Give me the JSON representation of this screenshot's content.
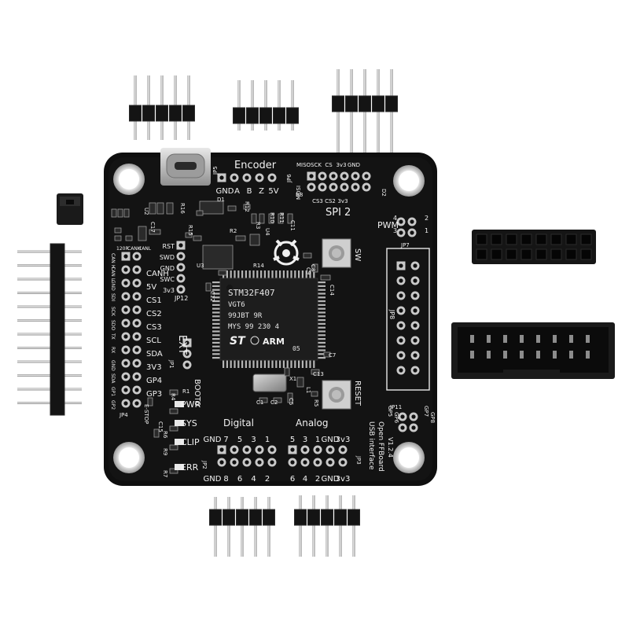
{
  "board": {
    "pcb_color": "#111111",
    "silk_color": "#f2f2f2",
    "header_top": {
      "encoder": "Encoder",
      "labels": [
        "GND",
        "A",
        "B",
        "Z",
        "5V"
      ],
      "jp5": "JP5"
    },
    "spi_header": {
      "top_labels": [
        "MISO",
        "SCK",
        "CS",
        "3v3",
        "GND"
      ],
      "bottom_labels": [
        "CS3",
        "CS2",
        "3v3"
      ],
      "mosi": "MOSI",
      "jp6": "JP6",
      "title": "SPI 2"
    },
    "pwm": {
      "title": "PWM",
      "jp7": "JP7",
      "pins": [
        "4",
        "3",
        "2",
        "1"
      ]
    },
    "swd": {
      "labels": [
        "RST",
        "SWD",
        "GND",
        "SWC",
        "3v3"
      ],
      "jp12": "JP12"
    },
    "ext": {
      "title": "EXT",
      "left_labels": [
        "120R",
        "CANH",
        "CANL"
      ],
      "right_labels": [
        "CANH",
        "5V",
        "CS1",
        "CS2",
        "CS3",
        "SCL",
        "SDA",
        "3V3",
        "GP4",
        "GP3"
      ],
      "jp4": "JP4",
      "left_col": [
        "CAN H",
        "CAN L",
        "GND",
        "SDI",
        "SCK",
        "SDO",
        "TX",
        "RX",
        "GND",
        "SDA",
        "GP1",
        "GP2"
      ],
      "stop": "E-STOP"
    },
    "chip": {
      "line1": "STM32F407",
      "line2": "VGT6",
      "line3": "99JBT 9R",
      "line4": "MYS 99 230 4",
      "arm": "ARM",
      "line5": "05"
    },
    "buttons": {
      "sw": "SW",
      "reset": "RESET",
      "boot": "BOOT0",
      "jp1": "JP1"
    },
    "leds": [
      "PWR",
      "SYS",
      "CLIP",
      "ERR"
    ],
    "digital": {
      "title": "Digital",
      "top": [
        "GND",
        "7",
        "5",
        "3",
        "1"
      ],
      "bottom": [
        "GND",
        "8",
        "6",
        "4",
        "2"
      ],
      "jp2": "JP2"
    },
    "analog": {
      "title": "Analog",
      "top": [
        "5",
        "3",
        "1",
        "GND",
        "3v3"
      ],
      "bottom": [
        "6",
        "4",
        "2",
        "GND",
        "3v3"
      ],
      "jp3": "JP3"
    },
    "gpio": {
      "gp5": "GP5",
      "gp6": "GP6",
      "gp7": "GP7",
      "gp8": "GP8",
      "jp11": "JP11"
    },
    "brand": {
      "line1": "Open FFBoard",
      "line2": "USB interface",
      "line3": "V1.2.4"
    },
    "jp8": "JP8",
    "components": {
      "d1": "D1",
      "d2": "D2",
      "u3": "U3",
      "u4": "U4",
      "c11": "C11",
      "r14": "R14",
      "r3": "R3",
      "r10": "R10",
      "r11": "R11",
      "r12": "R12",
      "r15": "R15",
      "r16": "R16",
      "c17": "C17",
      "c12": "C12",
      "c7": "C7",
      "c8": "C8",
      "c13": "C13",
      "c1": "C1",
      "c2": "C2",
      "c5": "C5",
      "x1": "X1",
      "l1": "L1",
      "r5": "R5",
      "r1": "R1",
      "r4": "R4",
      "r6": "R6",
      "r9": "R9",
      "r7": "R7",
      "c15": "C15",
      "c14": "C14",
      "c9": "C9",
      "r2": "R2",
      "r8": "R8",
      "u2": "U2"
    }
  }
}
